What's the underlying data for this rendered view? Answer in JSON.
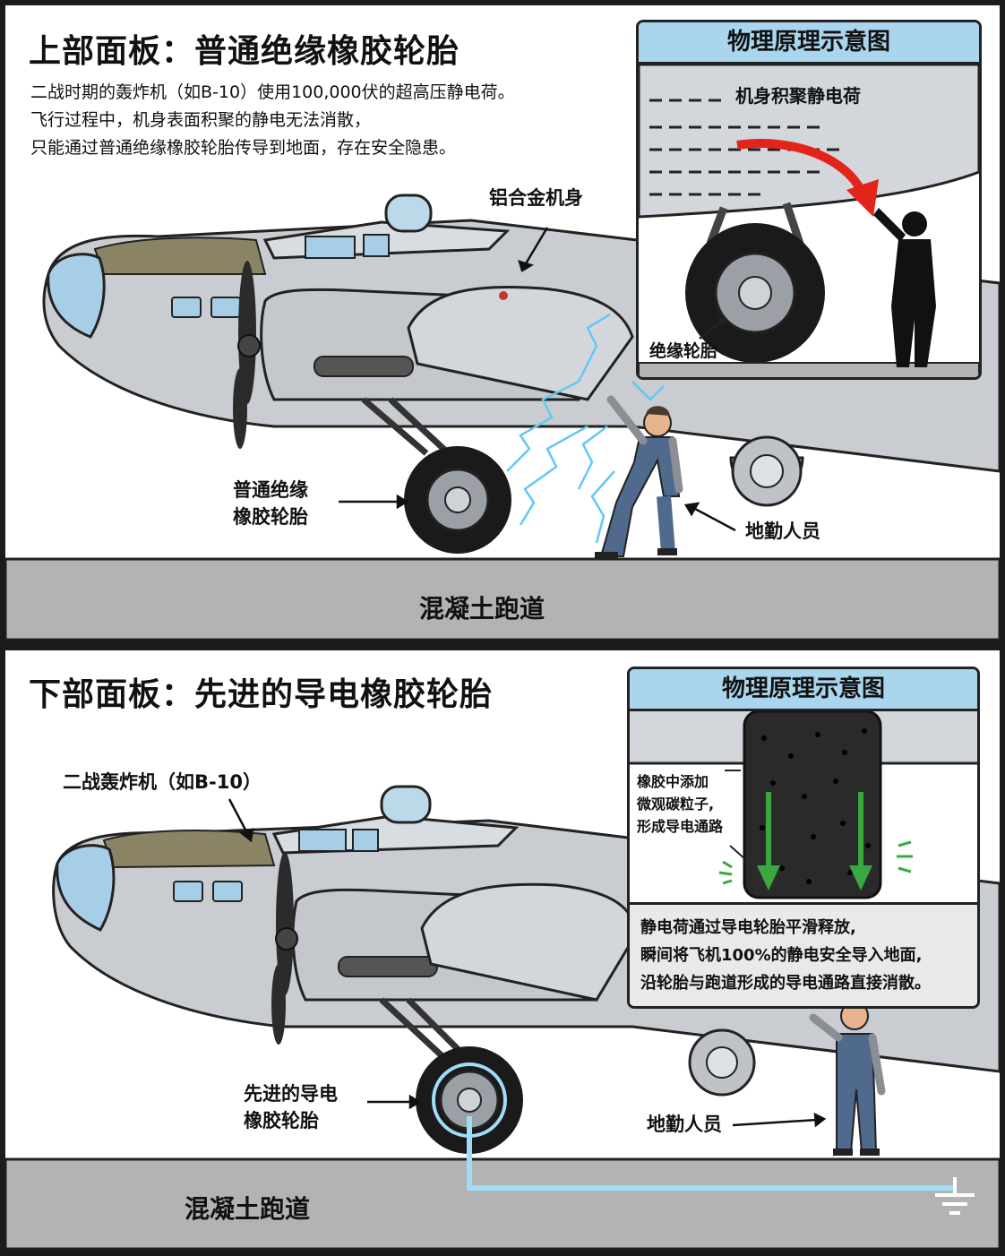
{
  "top": {
    "title": "上部面板：普通绝缘橡胶轮胎",
    "description": [
      "二战时期的轰炸机（如B-10）使用100,000伏的超高压静电荷。",
      "飞行过程中，机身表面积聚的静电无法消散，",
      "只能通过普通绝缘橡胶轮胎传导到地面，存在安全隐患。"
    ],
    "fuselage_label": "铝合金机身",
    "tire_label": [
      "普通绝缘",
      "橡胶轮胎"
    ],
    "worker_label": "地勤人员",
    "runway_label": "混凝土跑道",
    "inset": {
      "title": "物理原理示意图",
      "charge_label": "机身积聚静电荷",
      "tire_label": "绝缘轮胎"
    }
  },
  "bottom": {
    "title": "下部面板：先进的导电橡胶轮胎",
    "bomber_label": "二战轰炸机（如B-10）",
    "tire_label": [
      "先进的导电",
      "橡胶轮胎"
    ],
    "worker_label": "地勤人员",
    "runway_label": "混凝土跑道",
    "inset": {
      "title": "物理原理示意图",
      "carbon_label": [
        "橡胶中添加",
        "微观碳粒子,",
        "形成导电通路"
      ],
      "note": [
        "静电荷通过导电轮胎平滑释放,",
        "瞬间将飞机100%的静电安全导入地面,",
        "沿轮胎与跑道形成的导电通路直接消散。"
      ]
    }
  },
  "colors": {
    "aircraft": "#c9cdd2",
    "nose_paint": "#8a8464",
    "tire": "#1a1a1a",
    "runway": "#b3b3b3",
    "inset_header": "#a9d6ee",
    "spark": "#62c8f5",
    "ground_path": "#9fdcf6",
    "warning_arrow": "#e3241b",
    "conduct_arrow": "#3aa83e",
    "overalls": "#4f6a8c"
  },
  "icons": [
    "ground-symbol-icon",
    "spark-icon",
    "arrow-icon",
    "worker-figure",
    "silhouette-figure"
  ]
}
